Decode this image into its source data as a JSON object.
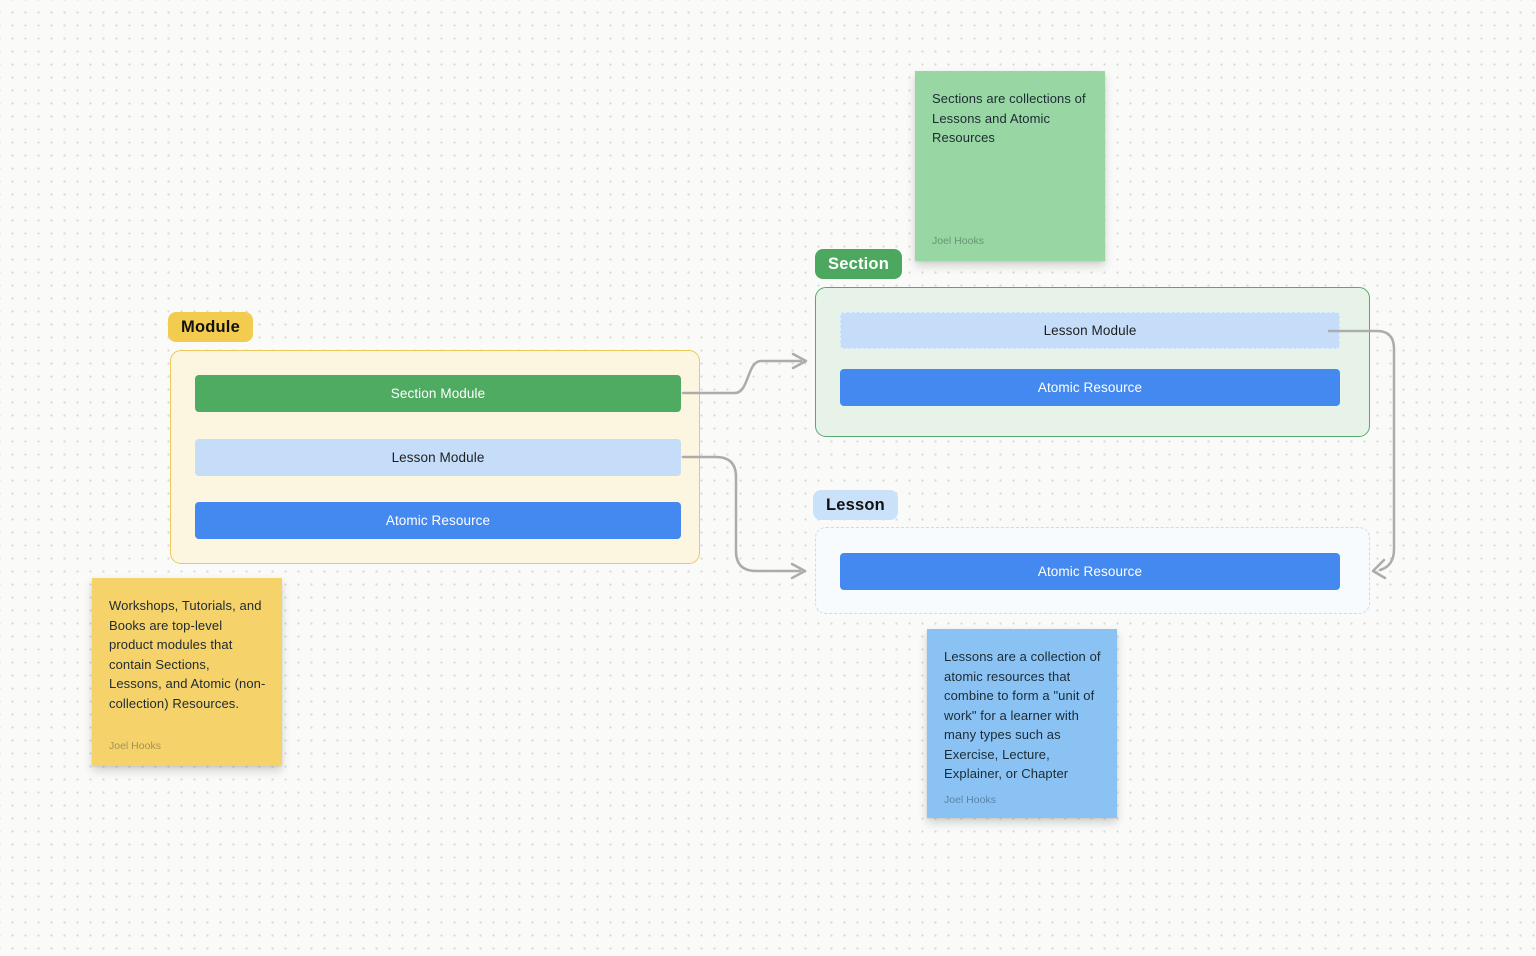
{
  "board": {
    "groups": {
      "module": {
        "tag": "Module",
        "items": [
          {
            "label": "Section Module",
            "variant": "green"
          },
          {
            "label": "Lesson Module",
            "variant": "lightblue"
          },
          {
            "label": "Atomic Resource",
            "variant": "blue"
          }
        ]
      },
      "section": {
        "tag": "Section",
        "items": [
          {
            "label": "Lesson Module",
            "variant": "lightblue"
          },
          {
            "label": "Atomic Resource",
            "variant": "blue"
          }
        ]
      },
      "lesson": {
        "tag": "Lesson",
        "items": [
          {
            "label": "Atomic Resource",
            "variant": "blue"
          }
        ]
      }
    },
    "notes": {
      "section_note": {
        "text": "Sections are collections of Lessons and Atomic Resources",
        "author": "Joel Hooks",
        "color": "#98D7A3"
      },
      "module_note": {
        "text": "Workshops, Tutorials, and Books are top-level product modules that contain Sections, Lessons, and Atomic (non-collection) Resources.",
        "author": "Joel Hooks",
        "color": "#F6D36A"
      },
      "lesson_note": {
        "text": "Lessons are a collection of atomic resources that combine to form a \"unit of work\" for a learner with many types such as Exercise, Lecture, Explainer, or Chapter",
        "author": "Joel Hooks",
        "color": "#8AC3F3"
      }
    },
    "colors": {
      "bar_green": "#4FAB61",
      "bar_blue": "#4489F0",
      "bar_lightblue": "#C5DDF9",
      "module_fill": "#FCF5DF",
      "module_border": "#EDC95C",
      "section_fill": "#E7F3E9",
      "section_border": "#57A86B",
      "lesson_fill": "#F7FBFE",
      "lesson_border": "#C3DDF2",
      "arrow": "#ACACAC",
      "background": "#FAFAF8"
    }
  }
}
